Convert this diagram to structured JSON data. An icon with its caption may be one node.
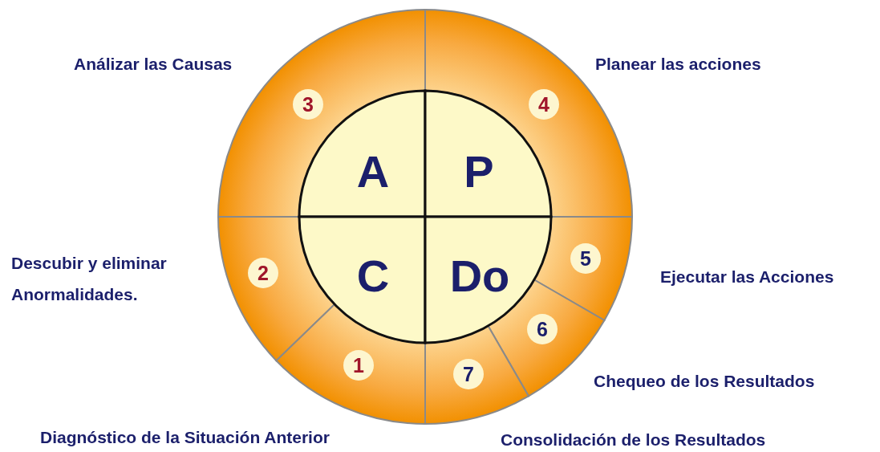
{
  "diagram": {
    "nodes": [
      {
        "text": [
          "A"
        ]
      },
      {
        "text": [
          "P"
        ]
      },
      {
        "text": [
          "C"
        ]
      },
      {
        "text": [
          "Do"
        ]
      },
      {
        "text": [
          "3"
        ],
        "beside": [
          "Análizar las Causas"
        ]
      },
      {
        "text": [
          "4"
        ],
        "beside": [
          "Planear las acciones"
        ]
      },
      {
        "text": [
          "2"
        ],
        "beside": [
          "Descubir y eliminar Anormalidades."
        ]
      },
      {
        "text": [
          "5"
        ],
        "beside": [
          "Ejecutar las Acciones"
        ]
      },
      {
        "text": [
          "1"
        ],
        "beside": [
          "Diagnóstico de la Situación Anterior"
        ]
      },
      {
        "text": [
          "6"
        ],
        "beside": [
          "Chequeo de los Resultados"
        ]
      },
      {
        "text": [
          "7"
        ],
        "beside": [
          "Consolidación de los Resultados"
        ]
      }
    ],
    "edges": []
  }
}
